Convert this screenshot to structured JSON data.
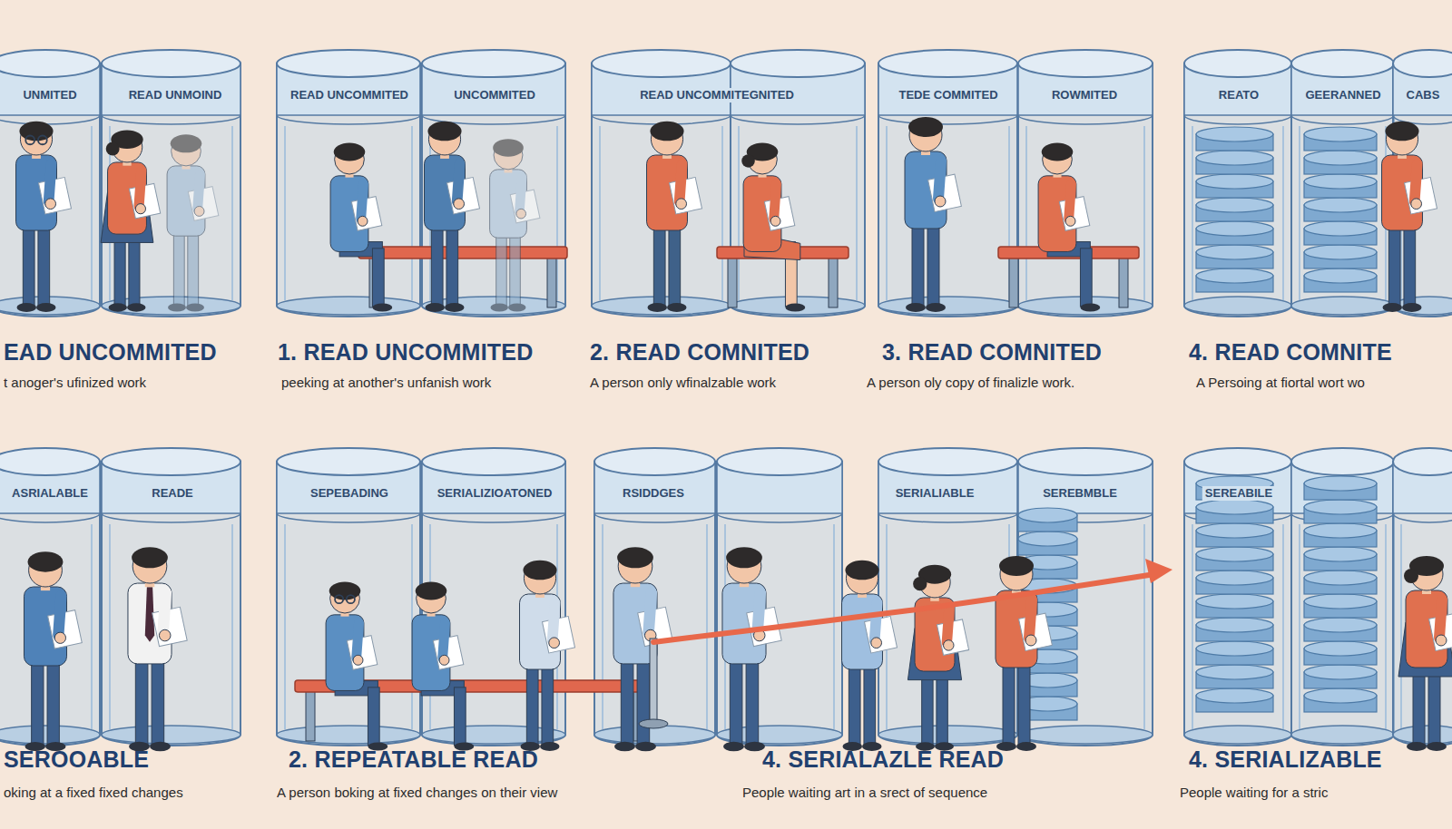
{
  "diagram": {
    "labels": [
      "UNMITED",
      "READ UNMOIND",
      "READ UNCOMMITED",
      "UNCOMMITED",
      "READ UNCOMMITEGNITED",
      "TEDE COMMITED",
      "ROWMITED",
      "REATO",
      "GEERANNED",
      "CABS",
      "EAD UNCOMMITED",
      "t anoger's ufinized work",
      "1. READ UNCOMMITED",
      "peeking at another's unfanish work",
      "2. READ COMNITED",
      "A person only wfinalzable work",
      "3. READ COMNITED",
      "A person oly copy of finalizle work.",
      "4. READ COMNITE",
      "A Persoing at fiortal wort wo",
      "ASRIALABLE",
      "READE",
      "SEPEBADING",
      "SERIALIZIOATONED",
      "RSIDDGES",
      "SERIALIABLE",
      "SEREBMBLE",
      "SEREABILE",
      "SEROOABLE",
      "oking at a fixed fixed changes",
      "2. REPEATABLE READ",
      "A person boking at fixed changes on their view",
      "4. SERIALAZLE READ",
      "People waiting art in a srect of sequence",
      "4. SERIALIZABLE",
      "People waiting for a stric"
    ]
  }
}
